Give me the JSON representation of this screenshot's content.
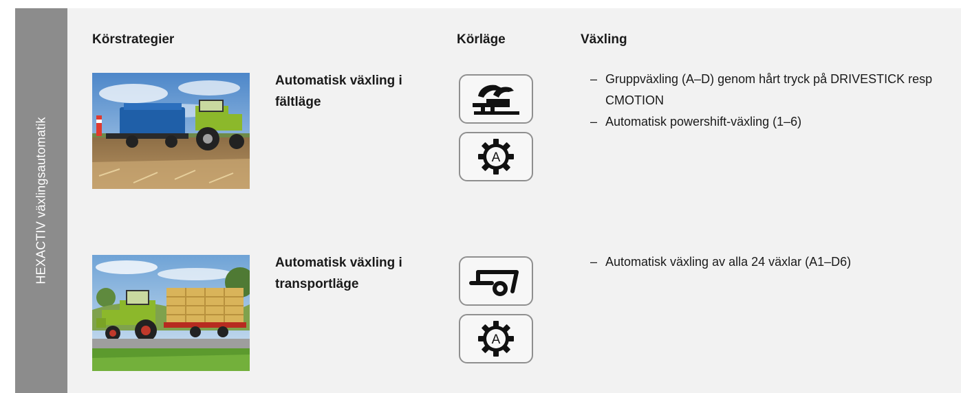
{
  "side_label": "HEXACTIV växlingsautomatik",
  "headers": {
    "strategies": "Körstrategier",
    "mode": "Körläge",
    "shifting": "Växling"
  },
  "rows": [
    {
      "title": "Automatisk växling i fältläge",
      "photo_icon": "field-tractor-seeder-photo",
      "mode_icons": [
        "field-mode-icon",
        "automatic-gear-icon"
      ],
      "bullets": [
        "Gruppväxling (A–D) genom hårt tryck på DRIVESTICK resp CMOTION",
        "Automatisk powershift-växling (1–6)"
      ]
    },
    {
      "title": "Automatisk växling i transportläge",
      "photo_icon": "transport-tractor-trailer-photo",
      "mode_icons": [
        "transport-mode-icon",
        "automatic-gear-icon"
      ],
      "bullets": [
        "Automatisk växling av alla 24 växlar (A1–D6)"
      ]
    }
  ],
  "gear_letter": "A",
  "colors": {
    "panel_bg": "#f2f2f2",
    "side_band": "#8c8c8c",
    "icon_border": "#8f8f8f"
  }
}
